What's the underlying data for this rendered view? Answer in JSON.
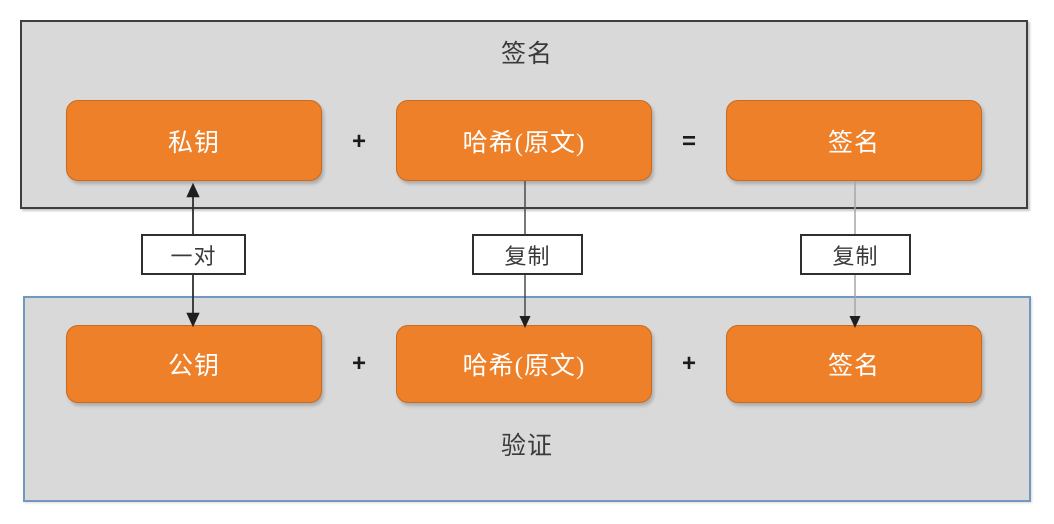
{
  "diagram": {
    "title_sign": "签名",
    "title_verify": "验证",
    "panels": [
      {
        "name": "signing-panel",
        "label": "签名",
        "border_color": "#3f3f3f",
        "fill": "#d9d9d9"
      },
      {
        "name": "verification-panel",
        "label": "验证",
        "border_color": "#7398c0",
        "fill": "#d9d9d9"
      }
    ],
    "sign_row": {
      "boxes": [
        {
          "label": "私钥"
        },
        {
          "label": "哈希(原文)"
        },
        {
          "label": "签名"
        }
      ],
      "operators": [
        "+",
        "="
      ]
    },
    "verify_row": {
      "boxes": [
        {
          "label": "公钥"
        },
        {
          "label": "哈希(原文)"
        },
        {
          "label": "签名"
        }
      ],
      "operators": [
        "+",
        "+"
      ]
    },
    "connectors": [
      {
        "name": "pair-connector",
        "label": "一对",
        "direction": "double",
        "color": "#2f2f2f"
      },
      {
        "name": "copy-hash-connector",
        "label": "复制",
        "direction": "down",
        "color": "#4a4a4a"
      },
      {
        "name": "copy-signature-connector",
        "label": "复制",
        "direction": "down",
        "color": "#a6a6a6"
      }
    ],
    "colors": {
      "box_fill": "#ed8028",
      "box_text": "#ffffff",
      "panel_fill": "#d9d9d9",
      "sign_border": "#3f3f3f",
      "verify_border": "#7398c0"
    }
  }
}
